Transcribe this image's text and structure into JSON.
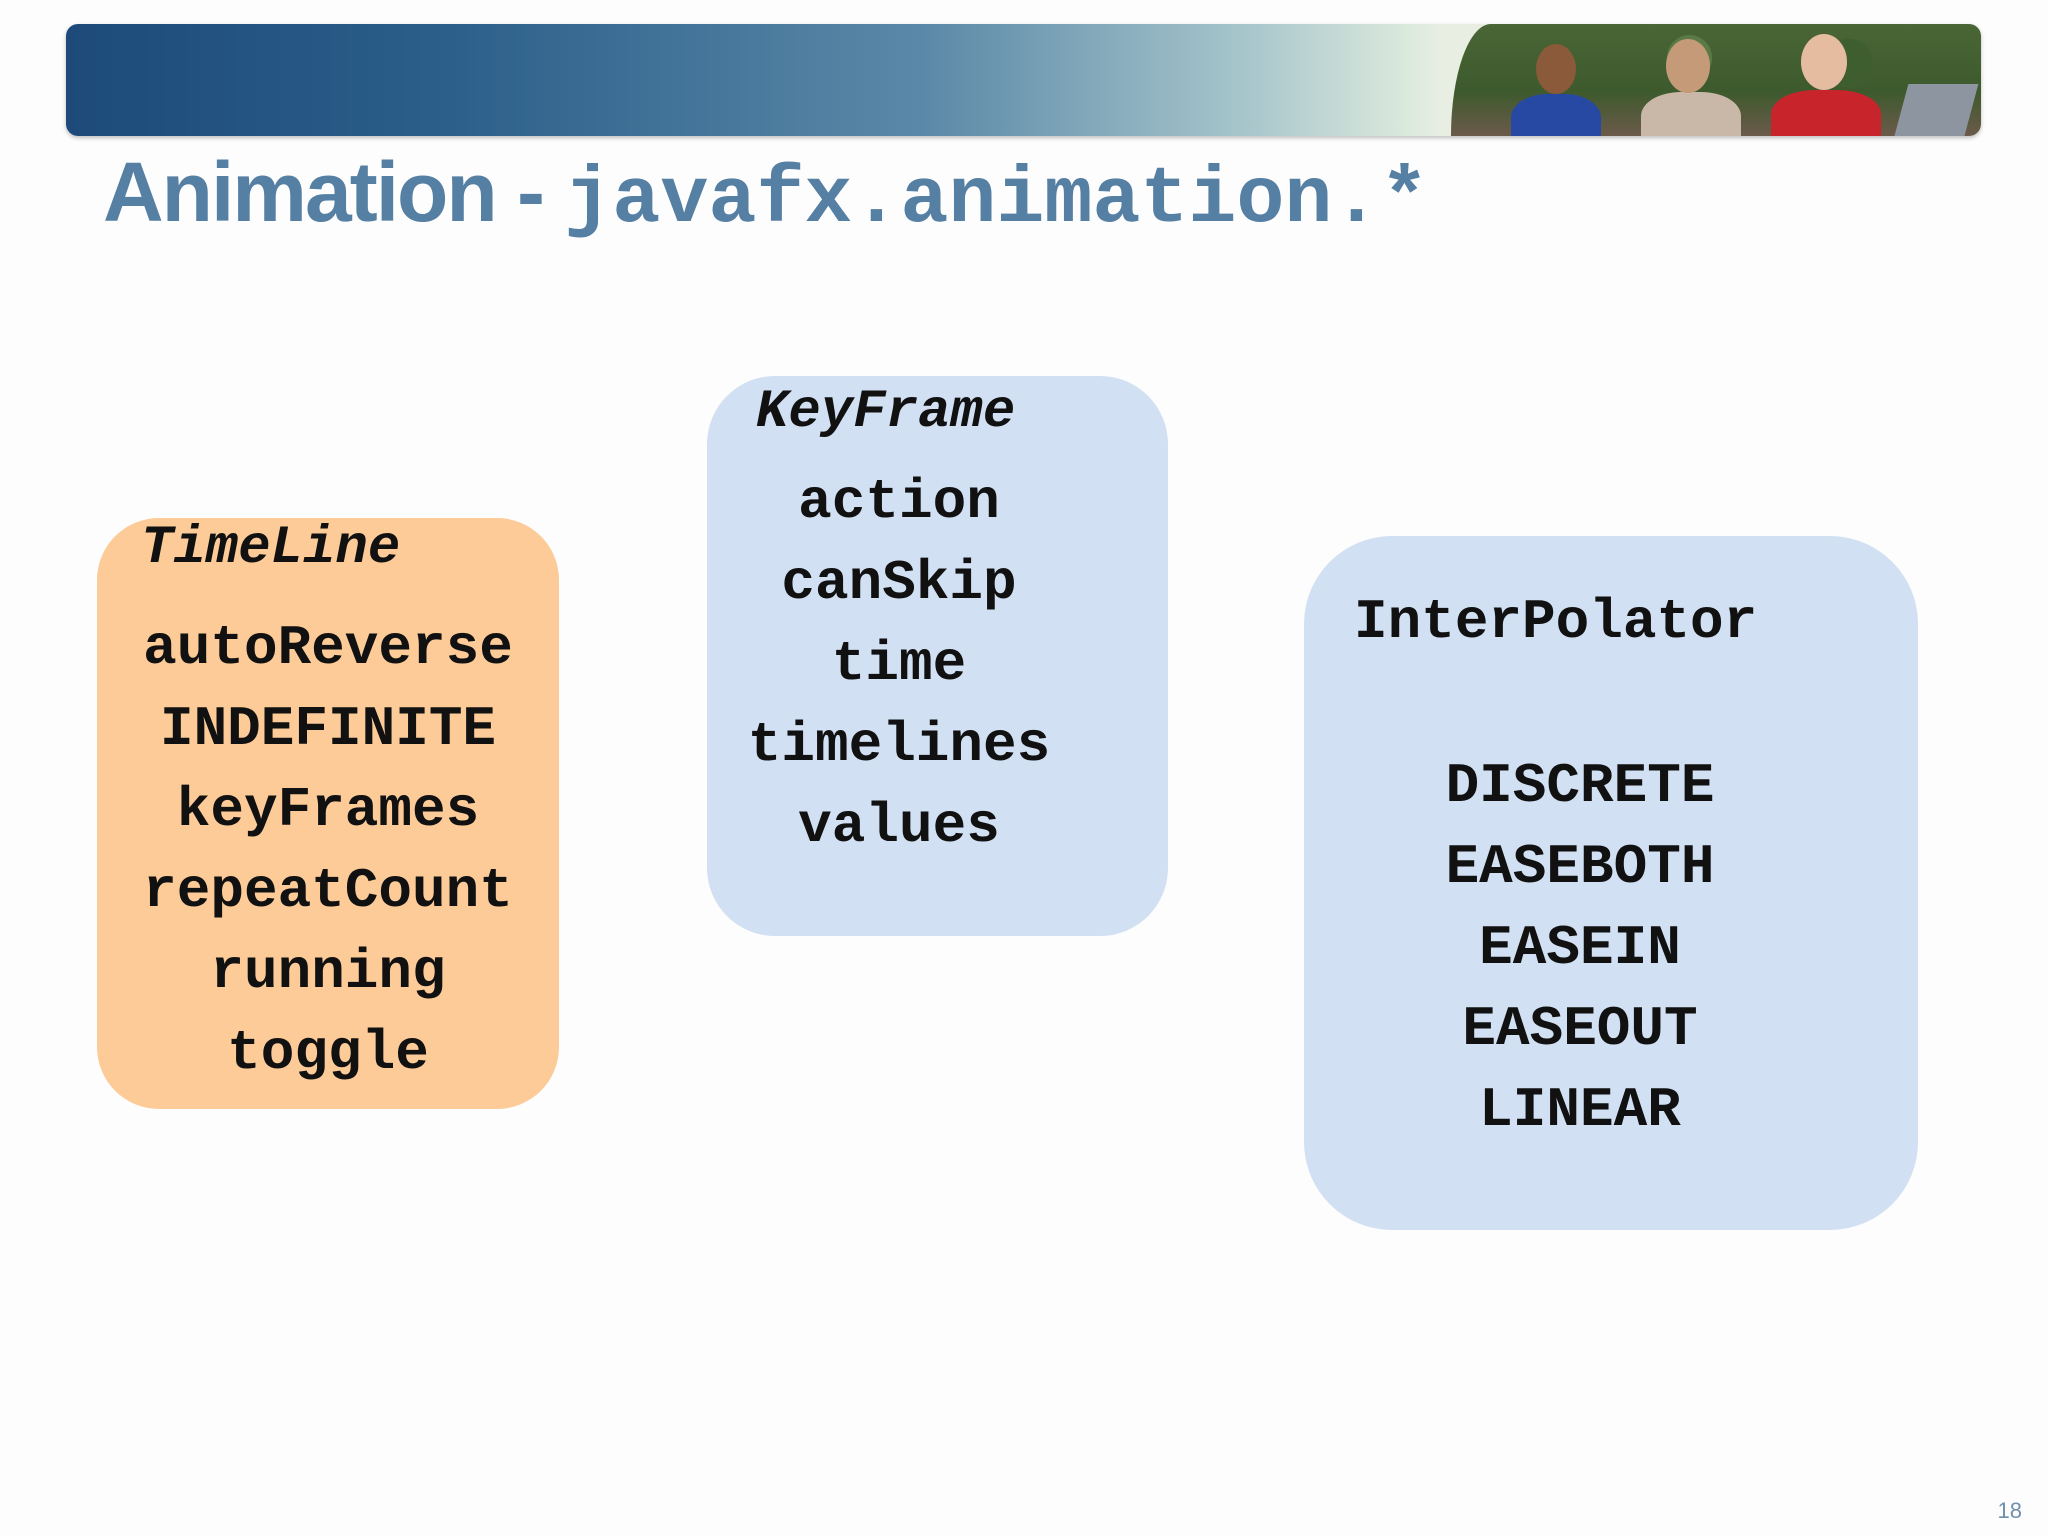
{
  "slide": {
    "title_prefix": "Animation - ",
    "title_code": "javafx.animation.*",
    "page_number": "18"
  },
  "timeline": {
    "heading": "TimeLine",
    "items": [
      "autoReverse",
      "INDEFINITE",
      "keyFrames",
      "repeatCount",
      "running",
      "toggle"
    ]
  },
  "keyframe": {
    "heading": "KeyFrame",
    "items": [
      "action",
      "canSkip",
      "time",
      "timelines",
      "values"
    ]
  },
  "interpolator": {
    "heading": "InterPolator",
    "items": [
      "DISCRETE",
      "EASEBOTH",
      "EASEIN",
      "EASEOUT",
      "LINEAR"
    ]
  },
  "colors": {
    "title": "#557fa3",
    "timeline_box": "#fccb98",
    "blue_box": "#d2e0f3"
  }
}
